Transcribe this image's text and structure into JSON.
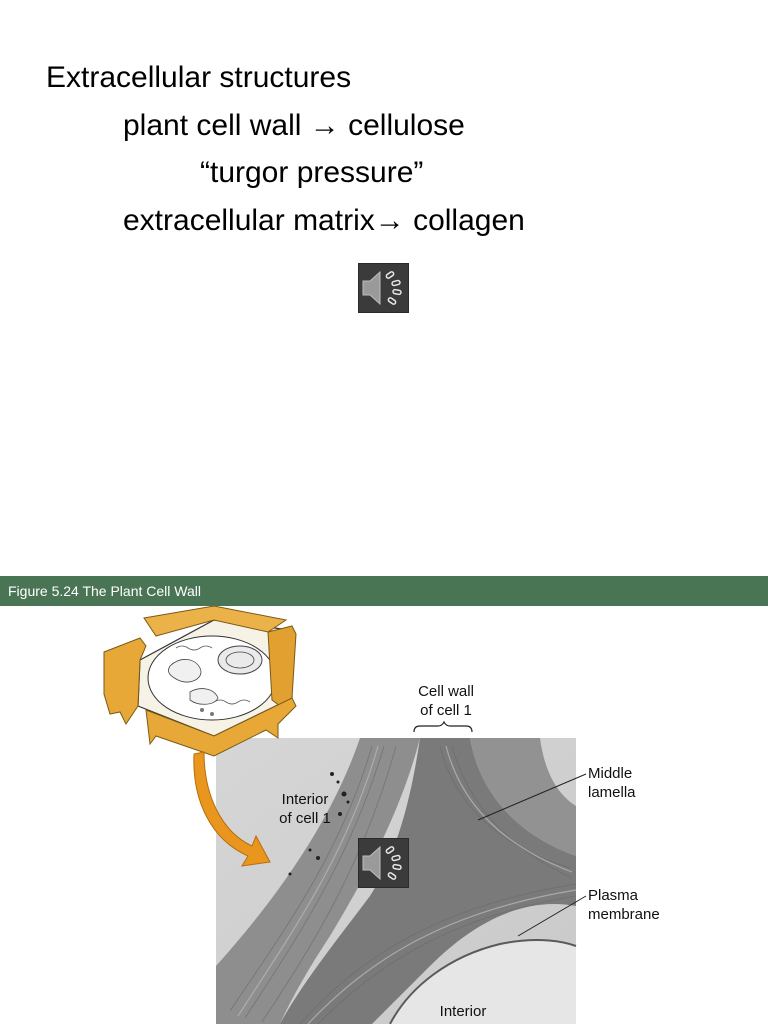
{
  "slide": {
    "lines": [
      "Extracellular structures",
      "plant cell wall → cellulose",
      "“turgor pressure”",
      "extracellular matrix→ collagen"
    ]
  },
  "figure": {
    "header": "Figure 5.24  The Plant Cell Wall",
    "labels": {
      "cell_wall_line1": "Cell wall",
      "cell_wall_line2": "of cell 1",
      "interior1_line1": "Interior",
      "interior1_line2": "of cell 1",
      "middle_line1": "Middle",
      "middle_line2": "lamella",
      "plasma_line1": "Plasma",
      "plasma_line2": "membrane",
      "interior2": "Interior"
    }
  },
  "icons": {
    "audio": "speaker-icon"
  },
  "colors": {
    "header_bg": "#4a7555",
    "cell_wall_orange": "#e8a838",
    "arrow_orange": "#e8961e",
    "speaker_bg": "#3b3b3b"
  }
}
